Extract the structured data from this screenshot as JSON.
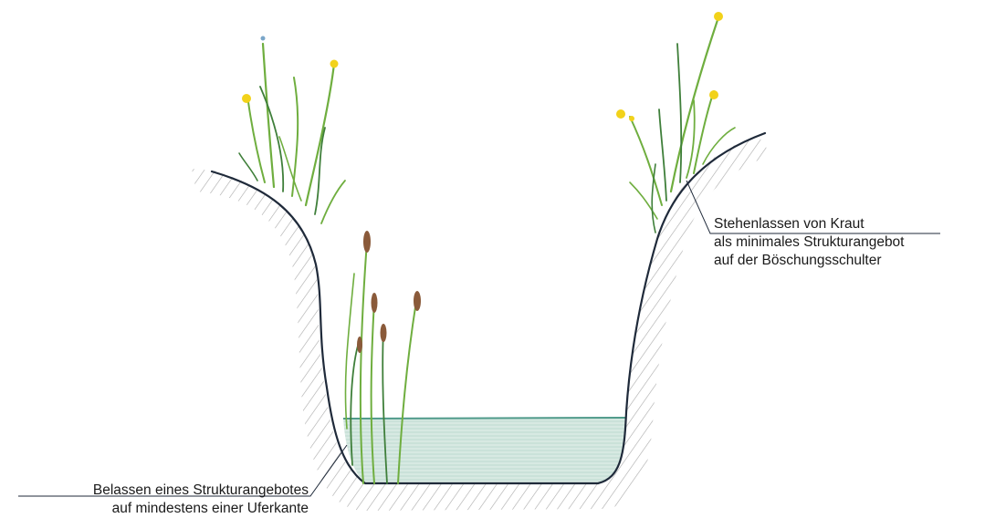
{
  "annotations": {
    "right": {
      "line1": "Stehenlassen von Kraut",
      "line2": "als minimales Strukturangebot",
      "line3": "auf der Böschungsschulter"
    },
    "left": {
      "line1": "Belassen eines Strukturangebotes",
      "line2": "auf mindestens einer Uferkante"
    }
  },
  "colors": {
    "bank_outline": "#1f2a3a",
    "soil_hatch": "#9a9a9a",
    "water_fill": "#cfe3dc",
    "water_line": "#4f9a8a",
    "grass": "#6fae3f",
    "grass_dark": "#3f7f3a",
    "flower": "#f2d21a",
    "cattail": "#8a5a3a"
  }
}
